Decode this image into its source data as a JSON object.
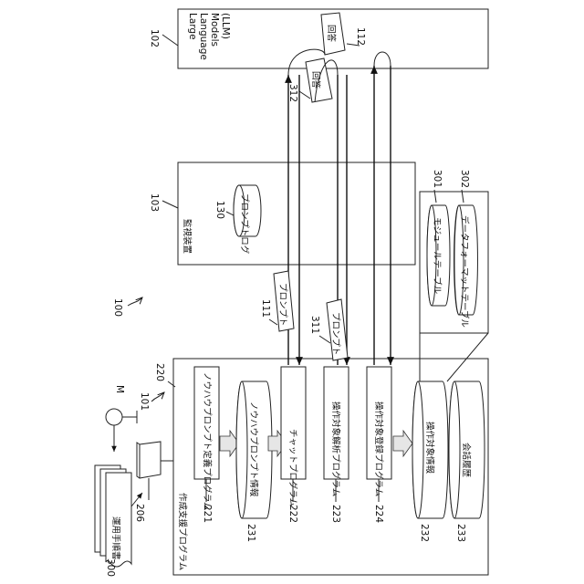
{
  "diagram": {
    "refs": {
      "system": "100",
      "terminal": "101",
      "llm": "102",
      "monitor": "103",
      "program_group": "220",
      "manual": "300",
      "input_device": "206",
      "prompt_log": "130",
      "prompt_a": "111",
      "answer_a": "112",
      "prompt_b": "311",
      "answer_b": "312",
      "module_table": "301",
      "data_format_table": "302",
      "knowhow_def_prog": "221",
      "knowhow_prompt_info": "231",
      "chat_prog": "222",
      "analysis_prog": "223",
      "registration_prog": "224",
      "target_info": "232",
      "history": "233",
      "user": "M"
    },
    "labels": {
      "llm_line1": "Large",
      "llm_line2": "Language",
      "llm_line3": "Models",
      "llm_line4": "(LLM)",
      "monitor": "監視装置",
      "prompt_log": "プロンプトログ",
      "prompt": "プロンプト",
      "answer": "回答",
      "module_table": "モジュールテーブル",
      "data_format_table": "データフォーマットテーブル",
      "manual": "運用手順書",
      "program_group": "作成支援プログラム",
      "knowhow_def_prog": "ノウハウプロンプト定義プログラム",
      "knowhow_prompt_info": "ノウハウプロンプト情報",
      "chat_prog": "チャットプログラム",
      "analysis_prog": "操作対象解析プログラム",
      "registration_prog": "操作対象登録プログラム",
      "target_info": "操作対象情報",
      "history": "会話履歴"
    }
  }
}
